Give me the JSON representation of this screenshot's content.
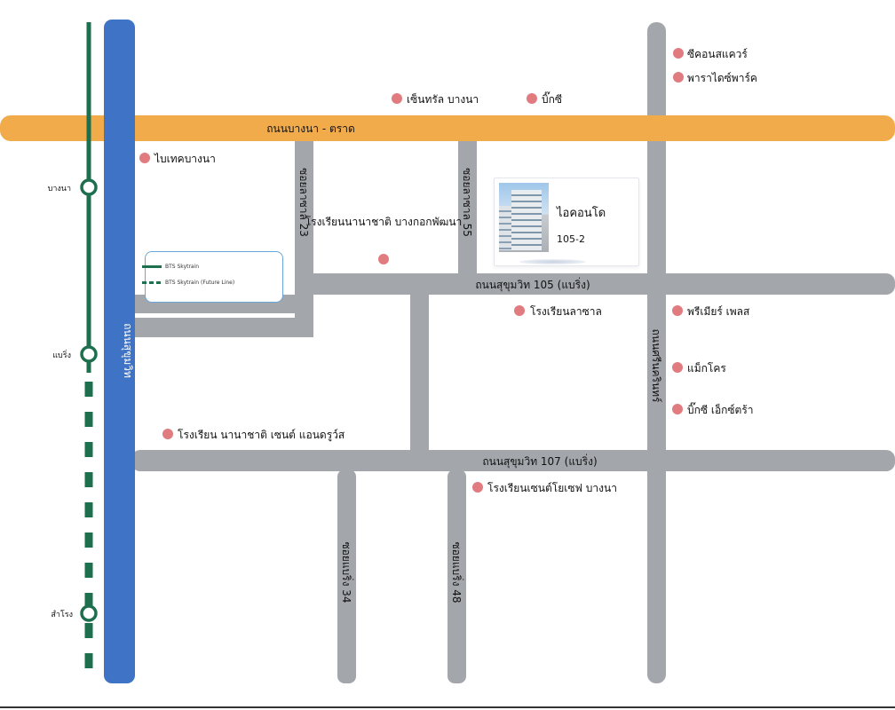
{
  "colors": {
    "main_road_vertical": "#3f73c6",
    "main_road_horizontal": "#f2ab4a",
    "secondary_road": "#a3a6ab",
    "bts_line": "#1e6f4e",
    "poi_dot": "#e07c80"
  },
  "roads": {
    "bangna_trat": "ถนนบางนา - ตราด",
    "sukhumvit": "ถนนสุขุมวิท",
    "sukhumvit_105": "ถนนสุขุมวิท 105 (แบริ่ง)",
    "sukhumvit_107": "ถนนสุขุมวิท 107 (แบริ่ง)",
    "srinakarin": "ถนนศรีนครินทร์",
    "soi_lasalle_23": "ซอยลาซาล 23",
    "soi_lasalle_55": "ซอยลาซาล 55",
    "soi_bearing_34": "ซอยแบริ่ง 34",
    "soi_bearing_48": "ซอยแบริ่ง 48"
  },
  "stations": [
    {
      "name": "บางนา"
    },
    {
      "name": "แบริ่ง"
    },
    {
      "name": "สำโรง"
    }
  ],
  "pois": {
    "central_bangna": "เซ็นทรัล บางนา",
    "bigc": "บิ๊กซี",
    "seacon_square": "ซีคอนสแควร์",
    "paradise_park": "พาราไดซ์พาร์ค",
    "bitec": "ไบเทคบางนา",
    "school_bangkok_patana": "โรงเรียนนานาชาติ บางกอกพัฒนา",
    "school_lasalle": "โรงเรียนลาซาล",
    "premier_place": "พรีเมียร์ เพลส",
    "makro": "แม็กโคร",
    "bigc_extra": "บิ๊กซี เอ็กซ์ตร้า",
    "school_st_andrews": "โรงเรียน นานาชาติ เซนต์ แอนดรูว์ส",
    "school_st_joseph": "โรงเรียนเซนต์โยเซฟ บางนา"
  },
  "legend": {
    "skytrain": "BTS Skytrain",
    "skytrain_future": "BTS Skytrain (Future Line)"
  },
  "project": {
    "name": "ไอคอนโด",
    "code": "105-2"
  }
}
